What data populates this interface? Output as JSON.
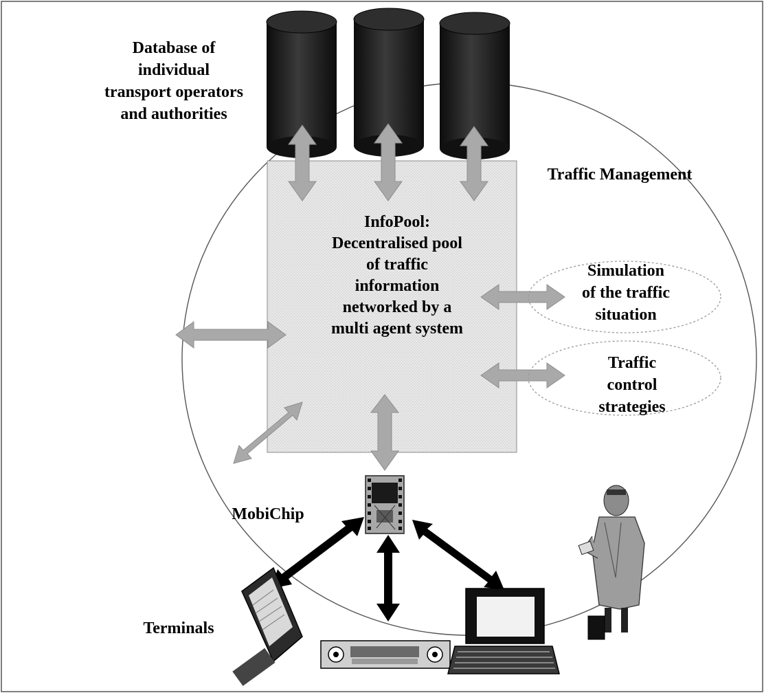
{
  "diagram": {
    "database_label": "Database of\nindividual\ntransport operators\nand authorities",
    "traffic_management_label": "Traffic Management",
    "infopool_label": "InfoPool:\nDecentralised  pool\nof traffic\ninformation\nnetworked by a\nmulti agent system",
    "simulation_label": "Simulation\nof the traffic\nsituation",
    "traffic_control_label": "Traffic\ncontrol\nstrategies",
    "mobichip_label": "MobiChip",
    "terminals_label": "Terminals"
  },
  "colors": {
    "database_cylinder": "#1a1a1a",
    "infopool_box": "#e3e3e3",
    "grey_arrow": "#a8a8a8",
    "black_arrow": "#000000",
    "outline": "#666666"
  },
  "icons": [
    "database-cylinder",
    "microchip-icon",
    "pda-terminal-icon",
    "car-radio-terminal-icon",
    "laptop-terminal-icon",
    "person-with-device-icon"
  ]
}
